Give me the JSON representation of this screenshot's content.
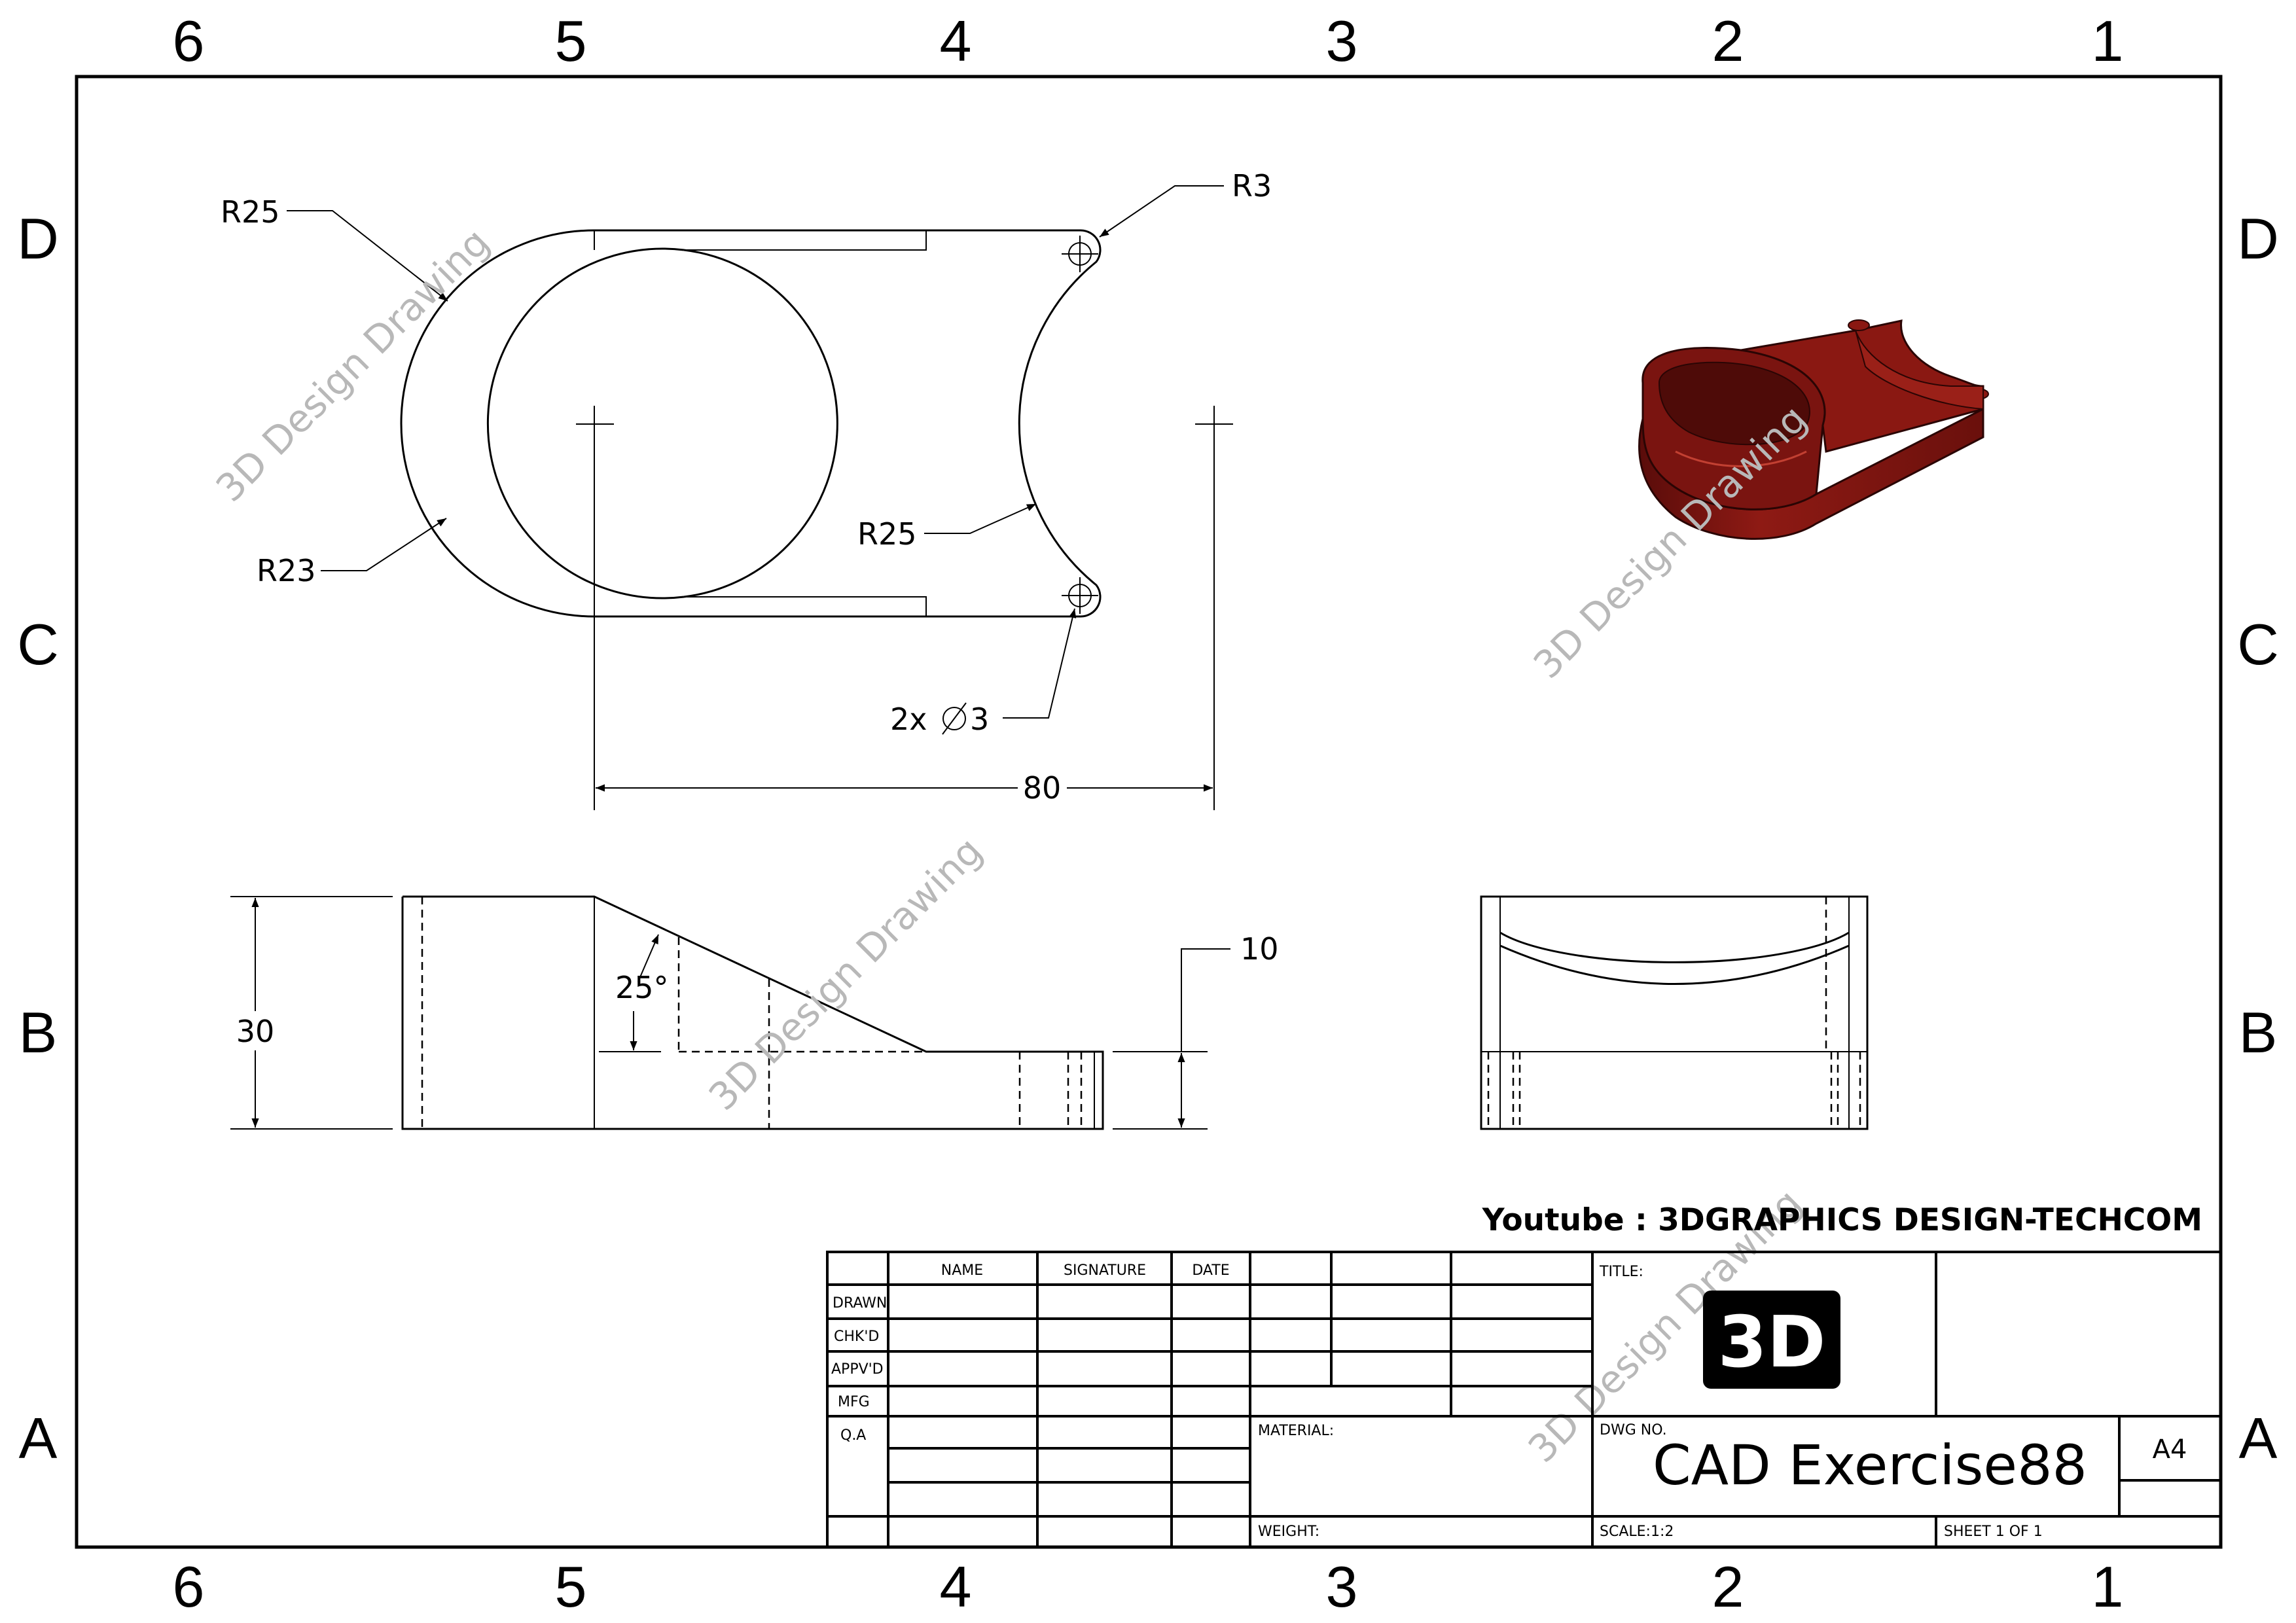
{
  "zones": {
    "columns": [
      "6",
      "5",
      "4",
      "3",
      "2",
      "1"
    ],
    "rows": [
      "D",
      "C",
      "B",
      "A"
    ]
  },
  "dimensions": {
    "r25_outer": "R25",
    "r23_inner": "R23",
    "r25_arc": "R25",
    "r3_lug": "R3",
    "holes": "2x",
    "holes_dia": "3",
    "length": "80",
    "height": "30",
    "angle": "25°",
    "thickness": "10"
  },
  "watermark": "3D Design Drawing",
  "credit": "Youtube : 3DGRAPHICS DESIGN-TECHCOM",
  "title_block": {
    "col_name": "NAME",
    "col_signature": "SIGNATURE",
    "col_date": "DATE",
    "rows": [
      "DRAWN",
      "CHK'D",
      "APPV'D",
      "MFG",
      "Q.A"
    ],
    "material_label": "MATERIAL:",
    "weight_label": "WEIGHT:",
    "title_label": "TITLE:",
    "logo": "3D",
    "dwg_no_label": "DWG NO.",
    "dwg_no": "CAD Exercise88",
    "size": "A4",
    "scale": "SCALE:1:2",
    "sheet": "SHEET 1 OF 1"
  },
  "colors": {
    "model": "#7a1410",
    "watermark": "#b8b8b8"
  }
}
